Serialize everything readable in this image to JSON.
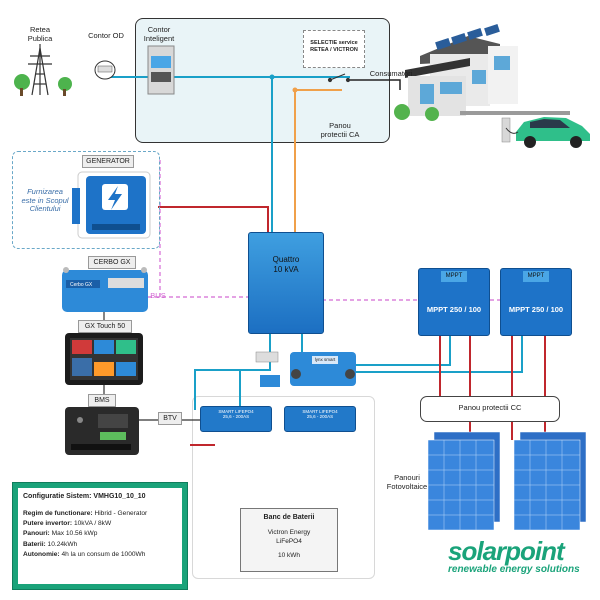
{
  "labels": {
    "retea": "Retea\nPublica",
    "contor_od": "Contor OD",
    "contor_inteligent": "Contor\nInteligent",
    "selectie": "SELECTIE service\nRETEA / VICTRON",
    "consumatori": "Consumatori",
    "panou_ca": "Panou\nprotectii CA",
    "generator_tag": "GENERATOR",
    "furnizarea": "Furnizarea\neste in Scopul\nClientului",
    "quattro": "Quattro\n10 kVA",
    "cerbo_tag": "CERBO GX",
    "bus": "BUS",
    "gx_touch_tag": "GX Touch 50",
    "bms_tag": "BMS",
    "btv": "BTV",
    "mppt_cap": "MPPT",
    "mppt_model": "MPPT 250 / 100",
    "panou_cc": "Panou protectii CC",
    "panouri": "Panouri\nFotovoltaice",
    "lynx": "lynx smart"
  },
  "battery_label": "SMART LIFEPO4\n25,6 - 200AS",
  "config": {
    "title": "Configuratie Sistem:  VMHG10_10_10",
    "rows": [
      {
        "k": "Regim de functionare:",
        "v": " Hibrid - Generator"
      },
      {
        "k": "Putere invertor:",
        "v": " 10kVA / 8kW"
      },
      {
        "k": "Panouri:",
        "v": " Max 10.56 kWp"
      },
      {
        "k": "Baterii:",
        "v": " 10.24kWh"
      },
      {
        "k": "Autonomie:",
        "v": " 4h la un consum de 1000Wh"
      }
    ]
  },
  "bank": {
    "title": "Banc de Baterii",
    "sub": "Victron Energy\nLiFePO4",
    "kwh": "10 kWh"
  },
  "logo": {
    "brand": "solarpoint",
    "tagline": "renewable energy solutions"
  },
  "colors": {
    "ac_line": "#1aa0c8",
    "dc_red": "#c0272d",
    "orange": "#f0a04a",
    "bus": "#d46ad4",
    "dark": "#222222"
  }
}
